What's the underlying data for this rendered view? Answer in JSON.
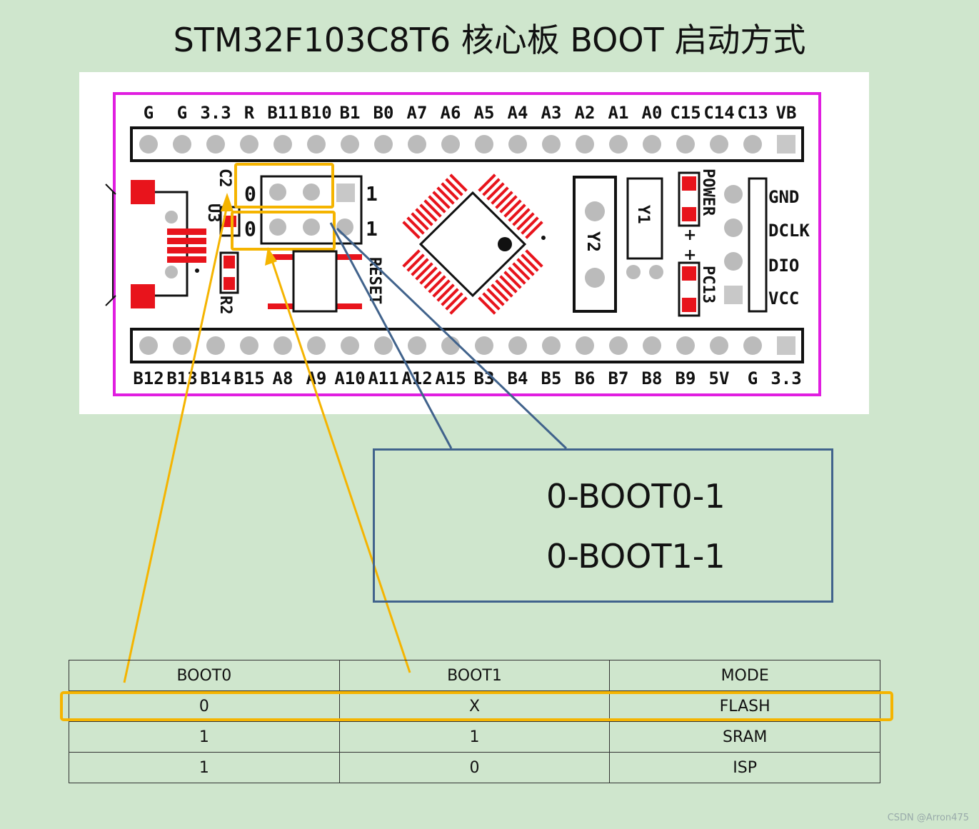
{
  "title": "STM32F103C8T6 核心板 BOOT 启动方式",
  "board": {
    "top_pins": [
      "G",
      "G",
      "3.3",
      "R",
      "B11",
      "B10",
      "B1",
      "B0",
      "A7",
      "A6",
      "A5",
      "A4",
      "A3",
      "A2",
      "A1",
      "A0",
      "C15",
      "C14",
      "C13",
      "VB"
    ],
    "bottom_pins": [
      "B12",
      "B13",
      "B14",
      "B15",
      "A8",
      "A9",
      "A10",
      "A11",
      "A12",
      "A15",
      "B3",
      "B4",
      "B5",
      "B6",
      "B7",
      "B8",
      "B9",
      "5V",
      "G",
      "3.3"
    ],
    "labels": {
      "c2": "C2",
      "u3": "U3",
      "r2": "R2",
      "reset": "RESET",
      "y1": "Y1",
      "y2": "Y2",
      "power": "POWER",
      "pc13": "PC13",
      "boot0_zero": "0",
      "boot0_one": "1",
      "boot1_zero": "0",
      "boot1_one": "1",
      "swd_gnd": "GND",
      "swd_dclk": "DCLK",
      "swd_dio": "DIO",
      "swd_vcc": "VCC"
    }
  },
  "callout": {
    "line1": "0-BOOT0-1",
    "line2": "0-BOOT1-1"
  },
  "table": {
    "headers": [
      "BOOT0",
      "BOOT1",
      "MODE"
    ],
    "rows": [
      [
        "0",
        "X",
        "FLASH"
      ],
      [
        "1",
        "1",
        "SRAM"
      ],
      [
        "1",
        "0",
        "ISP"
      ]
    ]
  },
  "watermark": "CSDN @Arron475",
  "colors": {
    "board_outline": "#e01ee0",
    "highlight": "#f5b400",
    "callout": "#41638c",
    "pad_red": "#e8141c",
    "background": "#cfe6cd"
  }
}
